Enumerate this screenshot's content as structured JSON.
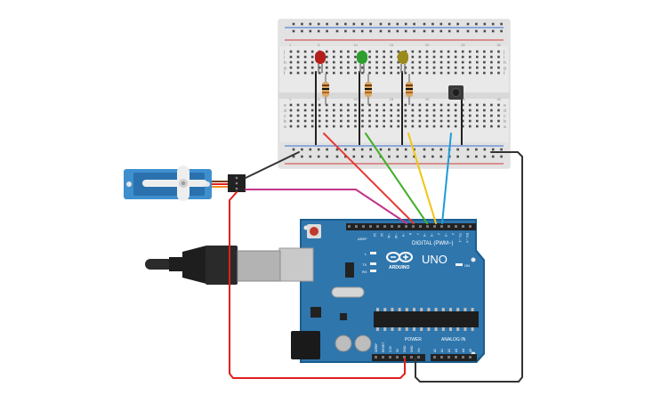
{
  "board": {
    "logo_text": "ARDUINO",
    "model": "UNO",
    "digital_label": "DIGITAL (PWM~)",
    "power_label": "POWER",
    "analog_label": "ANALOG IN",
    "on_label": "ON",
    "l_label": "L",
    "tx_label": "TX",
    "rx_label": "RX",
    "aref_label": "AREF",
    "gnd_label": "GND",
    "digital_pins": [
      "13",
      "12",
      "~11",
      "~10",
      "~9",
      "8",
      "7",
      "~6",
      "~5",
      "4",
      "~3",
      "2",
      "TX→1",
      "RX←0"
    ],
    "power_pins": [
      "IOREF",
      "RESET",
      "3.3V",
      "5V",
      "GND",
      "GND",
      "Vin"
    ],
    "analog_pins": [
      "A0",
      "A1",
      "A2",
      "A3",
      "A4",
      "A5"
    ]
  },
  "breadboard": {
    "row_letters": [
      "j",
      "i",
      "h",
      "g",
      "f",
      "e",
      "d",
      "c",
      "b",
      "a"
    ],
    "column_numbers": [
      "1",
      "5",
      "10",
      "15",
      "20",
      "25",
      "30"
    ]
  },
  "components": {
    "leds": [
      {
        "color_name": "red",
        "color": "#b3201c"
      },
      {
        "color_name": "green",
        "color": "#2e9e2e"
      },
      {
        "color_name": "yellow",
        "color": "#9a8a1c"
      }
    ],
    "resistor_count": 3,
    "pushbutton_count": 1,
    "servo_count": 1,
    "usb_cable": true
  },
  "wires": [
    {
      "name": "red-led-wire",
      "color": "#e53935"
    },
    {
      "name": "green-led-wire",
      "color": "#43b02a"
    },
    {
      "name": "yellow-led-wire",
      "color": "#f2c40f"
    },
    {
      "name": "button-wire",
      "color": "#1e9cd7"
    },
    {
      "name": "servo-signal-wire",
      "color": "#c2358a"
    },
    {
      "name": "servo-power-wire",
      "color": "#e0201c"
    },
    {
      "name": "ground-wire",
      "color": "#333333"
    }
  ]
}
